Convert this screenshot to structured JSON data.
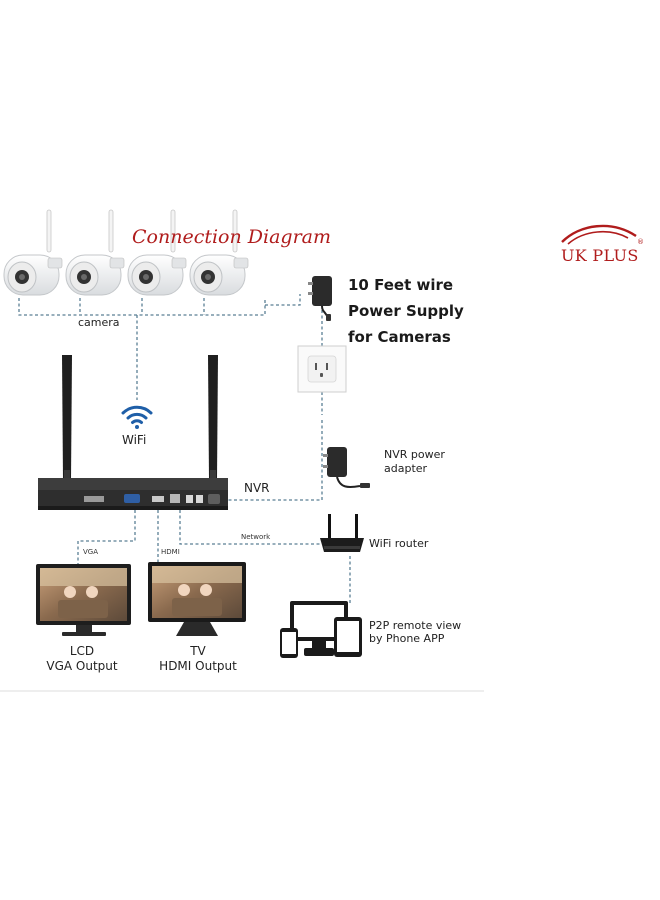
{
  "diagram": {
    "title": "Connection Diagram",
    "brand": {
      "name": "UK PLUS",
      "registered": "®"
    },
    "labels": {
      "camera": "camera",
      "wifi": "WiFi",
      "nvr": "NVR",
      "power_supply_line1": "10 Feet wire",
      "power_supply_line2": "Power Supply",
      "power_supply_line3": "for Cameras",
      "nvr_power_line1": "NVR power",
      "nvr_power_line2": "adapter",
      "network": "Network",
      "wifi_router": "WiFi router",
      "vga_port": "VGA",
      "hdmi_port": "HDMI",
      "lcd_line1": "LCD",
      "lcd_line2": "VGA Output",
      "tv_line1": "TV",
      "tv_line2": "HDMI Output",
      "p2p_line1": "P2P remote view",
      "p2p_line2": "by Phone APP"
    },
    "colors": {
      "title": "#b01c1c",
      "brand": "#b01c1c",
      "connector_line": "#5b7f95",
      "wifi_icon": "#1f5fa8"
    }
  }
}
